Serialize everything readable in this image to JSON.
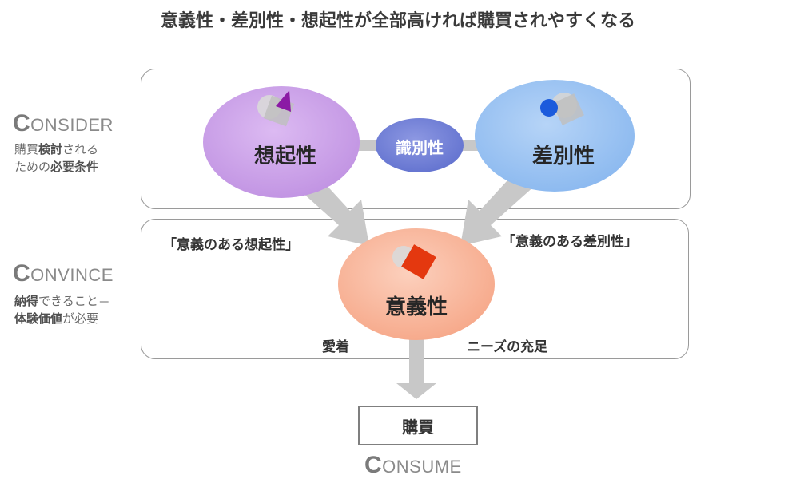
{
  "title": "意義性・差別性・想起性が全部高ければ購買されやすくなる",
  "consider": {
    "head_cap": "C",
    "head_rest": "ONSIDER",
    "line1_a": "購買",
    "line1_b": "検討",
    "line1_c": "される",
    "line2_a": "ための",
    "line2_b": "必要条件"
  },
  "convince": {
    "head_cap": "C",
    "head_rest": "ONVINCE",
    "line1_a": "納得",
    "line1_b": "できること＝",
    "line2_a": "体験価値",
    "line2_b": "が必要"
  },
  "consume": {
    "head_cap": "C",
    "head_rest": "ONSUME"
  },
  "nodes": {
    "recall": "想起性",
    "distinct": "差別性",
    "identify": "識別性",
    "meaning": "意義性"
  },
  "quotes": {
    "left": "「意義のある想起性」",
    "right": "「意義のある差別性」"
  },
  "labels": {
    "attachment": "愛着",
    "needs": "ニーズの充足",
    "purchase": "購買"
  },
  "colors": {
    "recall_fill": "#c9a0e6",
    "distinct_fill": "#99c2f2",
    "identify_fill": "#6f7fd6",
    "meaning_fill": "#f8b59c",
    "arrow": "#c8c8c8",
    "panel_border": "#9a9a9a"
  }
}
